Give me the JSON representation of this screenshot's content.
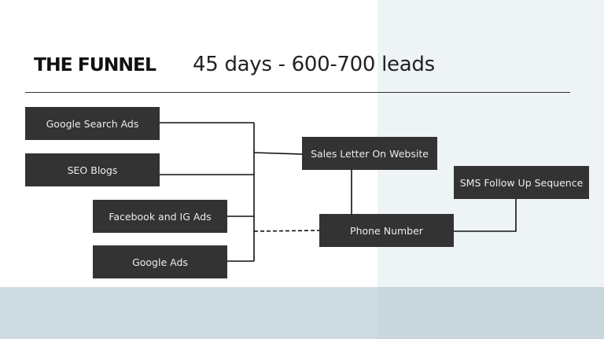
{
  "header": {
    "brand": "THE FUNNEL",
    "subtitle": "45 days - 600-700 leads"
  },
  "nodes": {
    "google_search_ads": "Google Search Ads",
    "seo_blogs": "SEO Blogs",
    "facebook_ig_ads": "Facebook and IG Ads",
    "google_ads": "Google Ads",
    "sales_letter": "Sales Letter On Website",
    "phone_number": "Phone Number",
    "sms_follow_up": "SMS Follow Up Sequence"
  },
  "colors": {
    "node_fill": "#333333",
    "node_text": "#ececec",
    "connector": "#111111",
    "panel_right": "#eef3f6",
    "footer_band": "#cfdce1"
  }
}
